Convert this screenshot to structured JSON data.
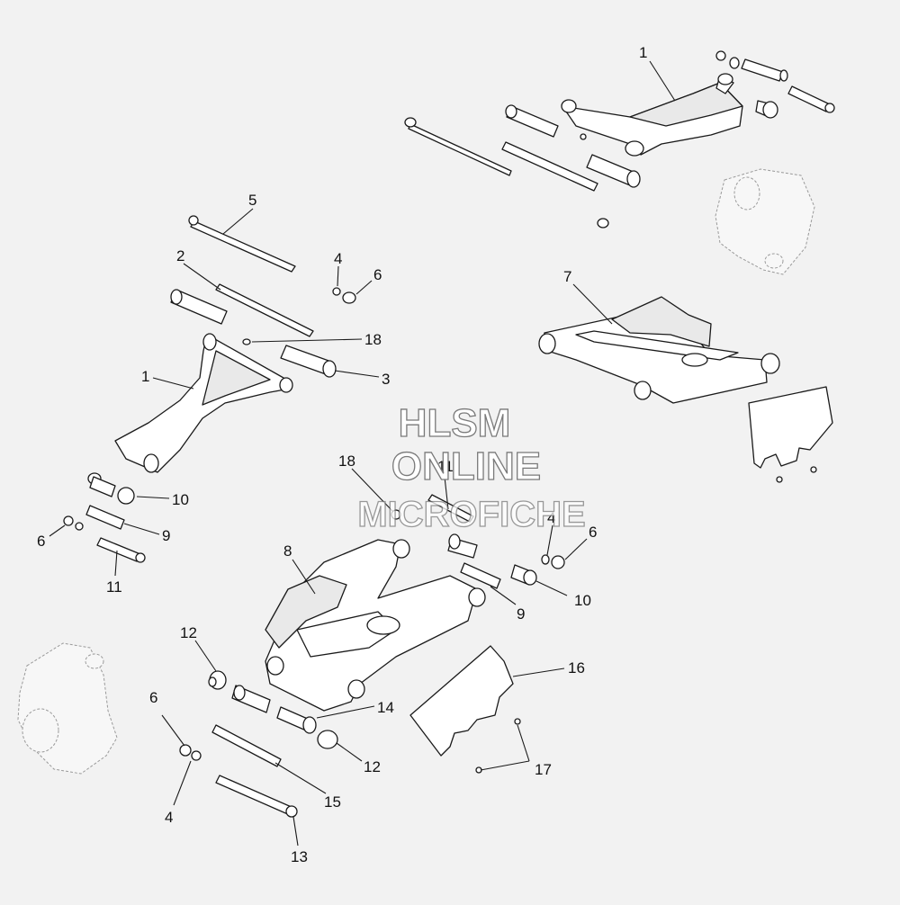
{
  "watermark": {
    "line1": "HLSM",
    "line2": "ONLINE",
    "line3": "MICROFICHE"
  },
  "callouts": [
    {
      "id": "c1a",
      "text": "1"
    },
    {
      "id": "c5",
      "text": "5"
    },
    {
      "id": "c2",
      "text": "2"
    },
    {
      "id": "c4a",
      "text": "4"
    },
    {
      "id": "c6a",
      "text": "6"
    },
    {
      "id": "c18a",
      "text": "18"
    },
    {
      "id": "c3",
      "text": "3"
    },
    {
      "id": "c1b",
      "text": "1"
    },
    {
      "id": "c7",
      "text": "7"
    },
    {
      "id": "c10a",
      "text": "10"
    },
    {
      "id": "c9a",
      "text": "9"
    },
    {
      "id": "c6b",
      "text": "6"
    },
    {
      "id": "c11a",
      "text": "11"
    },
    {
      "id": "c18b",
      "text": "18"
    },
    {
      "id": "c11b",
      "text": "11"
    },
    {
      "id": "c4b",
      "text": "4"
    },
    {
      "id": "c6c",
      "text": "6"
    },
    {
      "id": "c8",
      "text": "8"
    },
    {
      "id": "c10b",
      "text": "10"
    },
    {
      "id": "c9b",
      "text": "9"
    },
    {
      "id": "c12a",
      "text": "12"
    },
    {
      "id": "c16",
      "text": "16"
    },
    {
      "id": "c6d",
      "text": "6"
    },
    {
      "id": "c14",
      "text": "14"
    },
    {
      "id": "c12b",
      "text": "12"
    },
    {
      "id": "c17",
      "text": "17"
    },
    {
      "id": "c4c",
      "text": "4"
    },
    {
      "id": "c15",
      "text": "15"
    },
    {
      "id": "c13",
      "text": "13"
    }
  ]
}
